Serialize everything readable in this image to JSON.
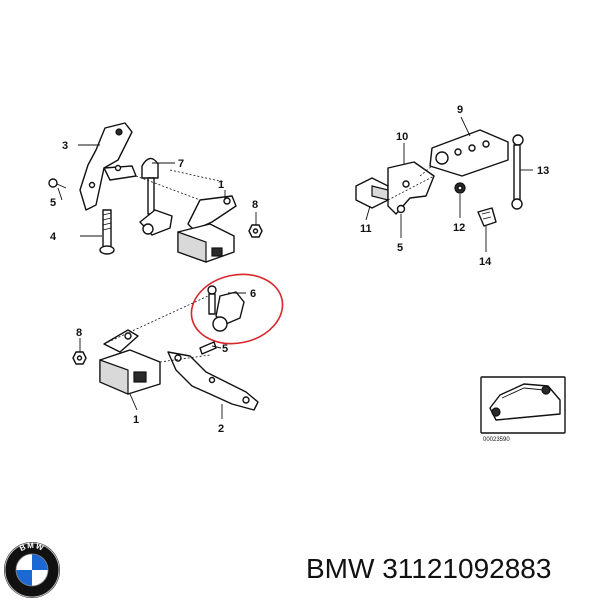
{
  "callouts": {
    "c1_top": "1",
    "c2": "2",
    "c3": "3",
    "c4": "4",
    "c5_top": "5",
    "c5_mid": "5",
    "c5_right": "5",
    "c6": "6",
    "c7": "7",
    "c8_top": "8",
    "c8_mid": "8",
    "c9": "9",
    "c10": "10",
    "c11": "11",
    "c12": "12",
    "c13": "13",
    "c14": "14",
    "c1_bottom": "1"
  },
  "inset": {
    "code": "00023590"
  },
  "footer": {
    "part_text": "BMW 31121092883",
    "logo_text": "BMW"
  },
  "colors": {
    "highlight": "#d8262b",
    "ink": "#111111",
    "logo_blue": "#1c69d4"
  }
}
